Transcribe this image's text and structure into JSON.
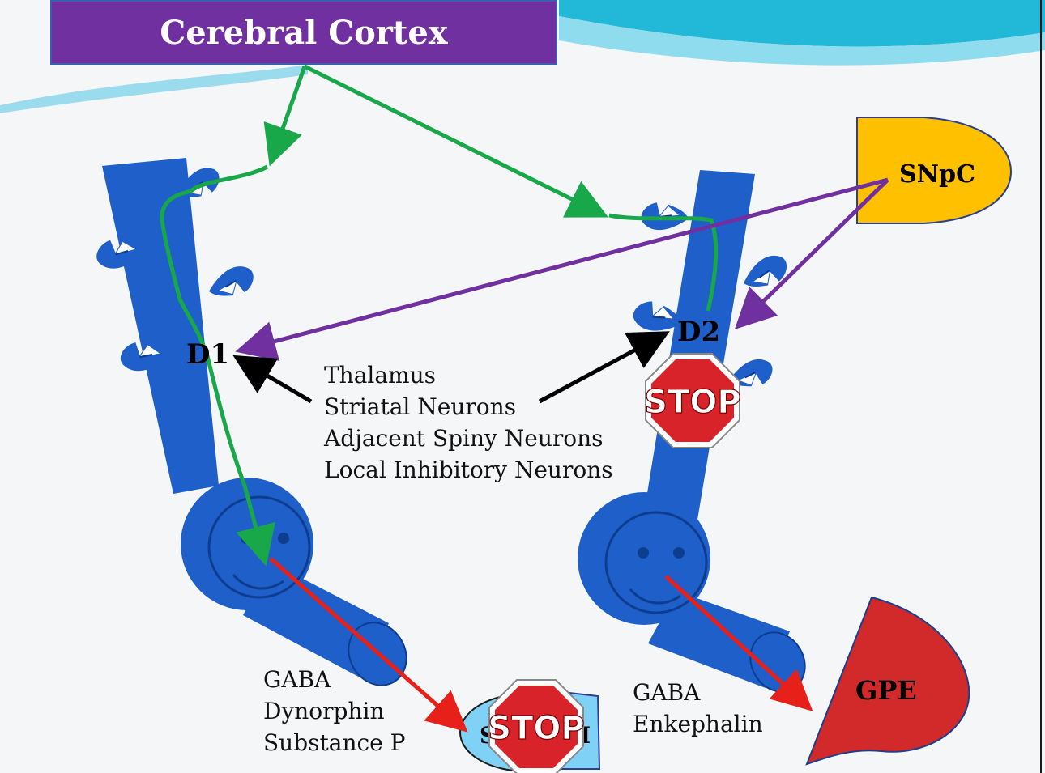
{
  "title": "Cerebral Cortex",
  "receptors": {
    "d1": "D1",
    "d2": "D2"
  },
  "regions": {
    "snpc": "SNpC",
    "gpe": "GPE",
    "snr_partial": "S",
    "snr_partial_end": "I"
  },
  "inputs": [
    "Thalamus",
    "Striatal Neurons",
    "Adjacent Spiny Neurons",
    "Local Inhibitory Neurons"
  ],
  "d1_outputs": [
    "GABA",
    "Dynorphin",
    "Substance P"
  ],
  "d2_outputs": [
    "GABA",
    "Enkephalin"
  ],
  "stop_sign_text": "STOP",
  "colors": {
    "neuron": "#1f5fc9",
    "neuron_edge": "#0d3d8f",
    "cortical_path": "#18a84a",
    "dopamine_path": "#7030a0",
    "output_path": "#e8201a",
    "input_arrow": "#000000",
    "snpc_fill": "#ffc000",
    "gpe_fill": "#d22a2a",
    "snr_fill": "#7fd2f5",
    "stop_fill": "#d8232a",
    "title_fill": "#7030a0"
  }
}
